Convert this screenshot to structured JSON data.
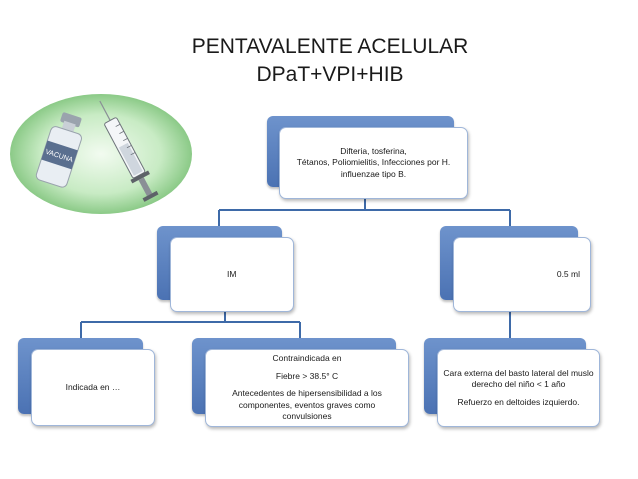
{
  "title": {
    "line1": "PENTAVALENTE ACELULAR",
    "line2": "DPaT+VPI+HIB"
  },
  "vial_label": "VACUNA",
  "nodes": {
    "root": {
      "line1": "Difteria, tosferina,",
      "line2": "Tétanos, Poliomielitis, Infecciones por H. influenzae tipo B."
    },
    "route": {
      "text": "IM"
    },
    "dose": {
      "text": "0.5 ml"
    },
    "indication": {
      "text": "Indicada en …"
    },
    "contraindication": {
      "line1": "Contraindicada en",
      "line2": "Fiebre > 38.5° C",
      "line3": "Antecedentes de hipersensibilidad a los componentes, eventos graves como convulsiones"
    },
    "site": {
      "line1": "Cara externa del basto lateral del muslo derecho del niño < 1 año",
      "line2": "Refuerzo  en deltoides izquierdo."
    }
  },
  "colors": {
    "accent": "#4f77b8",
    "connector": "#3e6aa8",
    "card_border": "#9fb6d9",
    "oval": "#9fd59c"
  }
}
